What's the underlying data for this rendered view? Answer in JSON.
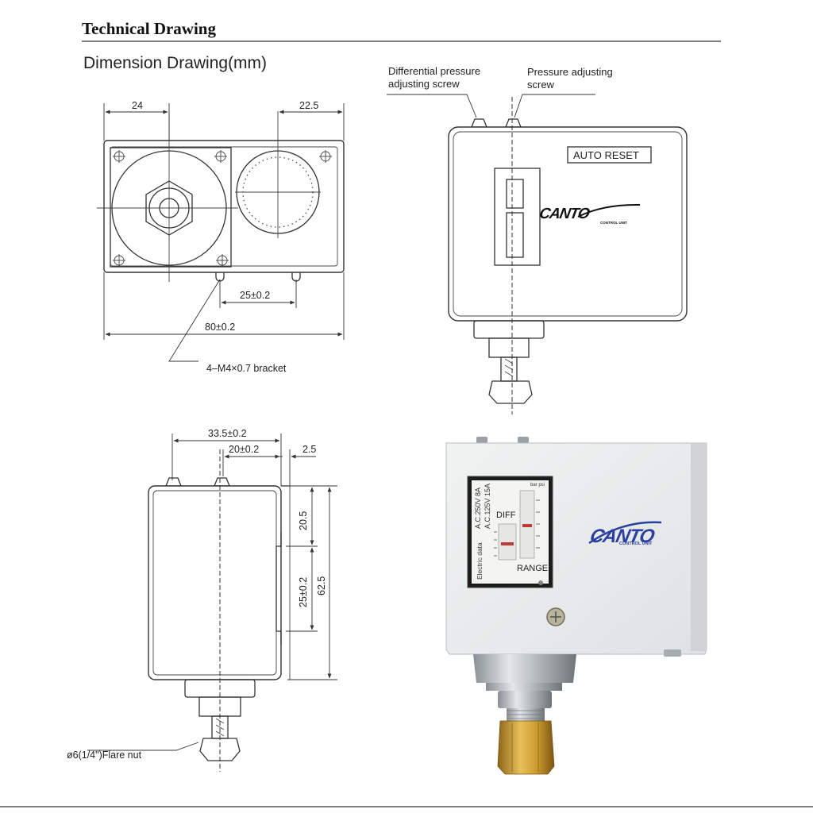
{
  "header": {
    "title": "Technical Drawing",
    "subtitle": "Dimension Drawing(mm)"
  },
  "top_left_view": {
    "dim_left_width": "24",
    "dim_right_width": "22.5",
    "dim_hole_spacing": "25±0.2",
    "dim_total_width": "80±0.2",
    "bracket_note": "4–M4×0.7 bracket"
  },
  "top_right_view": {
    "diff_screw_label_line1": "Differential pressure",
    "diff_screw_label_line2": "adjusting screw",
    "pressure_screw_label_line1": "Pressure adjusting",
    "pressure_screw_label_line2": "screw",
    "auto_reset_label": "AUTO RESET",
    "logo_text": "CANTO",
    "logo_subtext": "CONTROL UNIT"
  },
  "side_view": {
    "dim_depth": "33.5±0.2",
    "dim_screw_offset": "20±0.2",
    "dim_lip": "2.5",
    "dim_upper": "20.5",
    "dim_middle": "25±0.2",
    "dim_height": "62.5",
    "flare_nut_label": "ø6(1/4\")Flare nut"
  },
  "product_photo": {
    "electric_label_line1": "A.C.250V  8A",
    "electric_label_line2": "A.C.125V 15A",
    "electric_data_label": "Electric data",
    "diff_label": "DIFF",
    "range_label": "RANGE",
    "unit_label": "bar  psi",
    "logo_text": "CANTO",
    "logo_subtext": "CONTROL UNIT"
  },
  "colors": {
    "line": "#333333",
    "device_body": "#e9ecec",
    "logo_blue": "#2a3f9e",
    "brass": "#c99a2e"
  }
}
